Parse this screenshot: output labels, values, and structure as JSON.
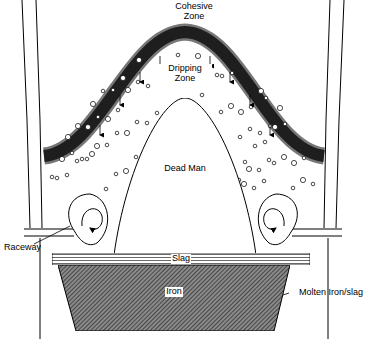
{
  "diagram": {
    "nodes": [
      {
        "text": [
          "Dead Man"
        ]
      },
      {
        "text": [
          "Slag"
        ]
      },
      {
        "text": [
          "Iron"
        ]
      }
    ],
    "labels": [
      "Cohesive Zone",
      "Dripping Zone",
      "Raceway",
      "Molten Iron/slag"
    ]
  }
}
